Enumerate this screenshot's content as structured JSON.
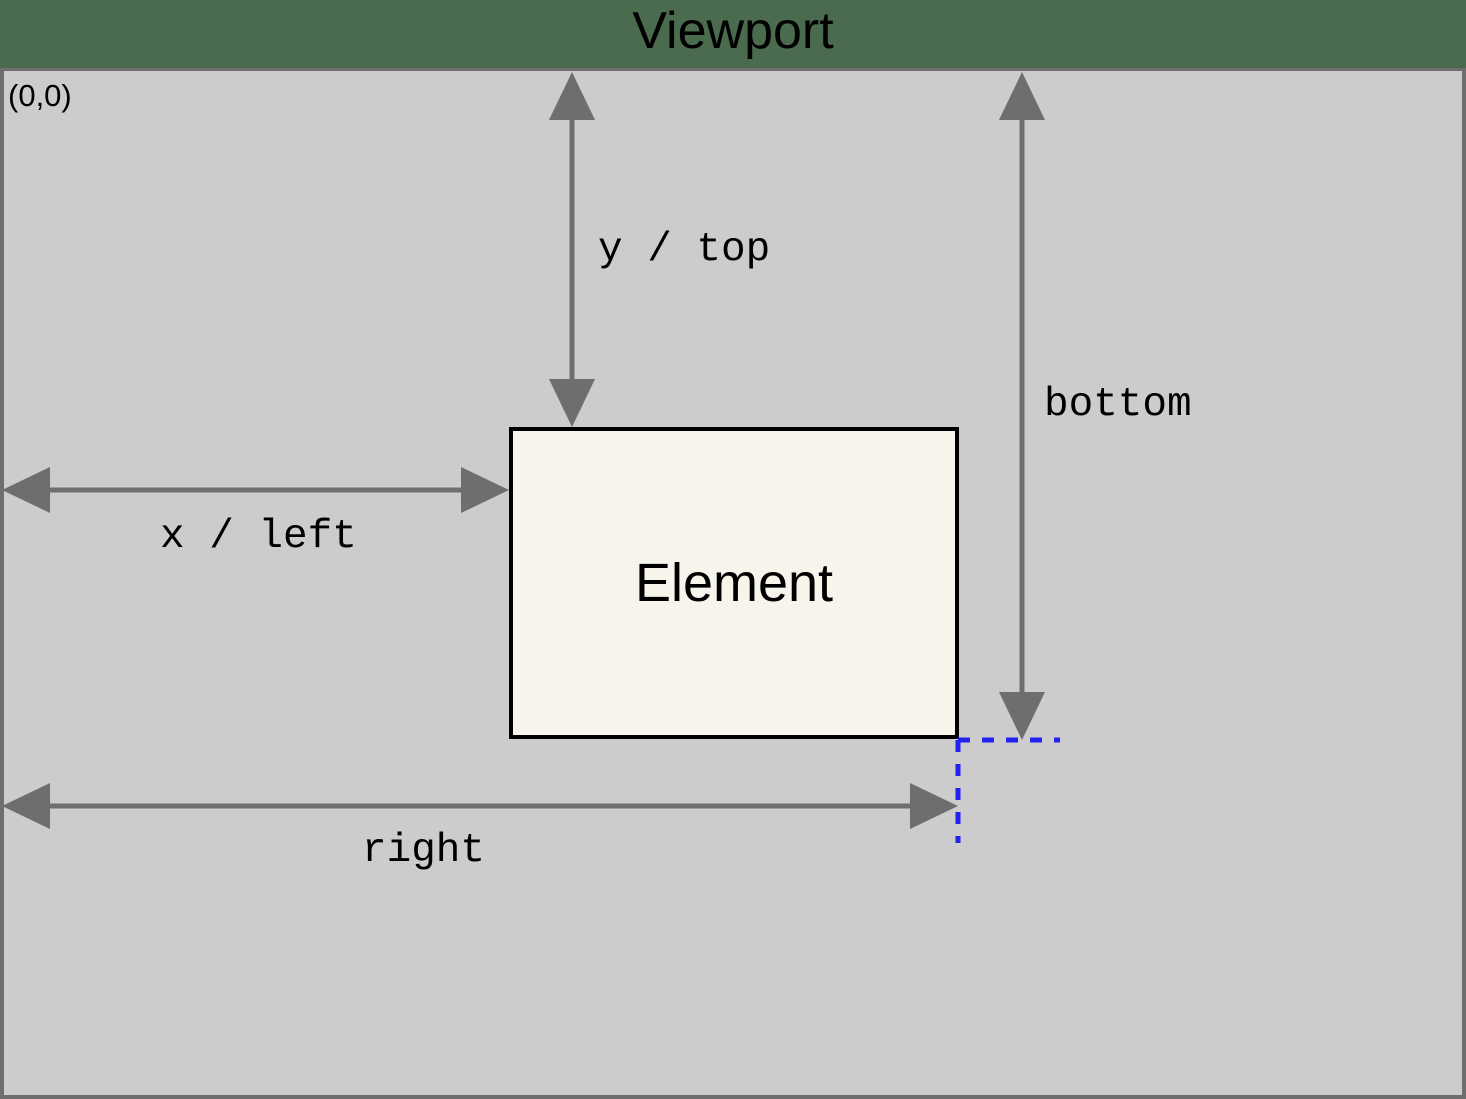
{
  "header": {
    "title": "Viewport",
    "background_color": "#4a6b4e",
    "text_color": "#000000"
  },
  "viewport": {
    "name": "Viewport",
    "origin_label": "(0,0)",
    "fill_color": "#cccccc",
    "border_color": "#6e6e6e"
  },
  "element": {
    "label": "Element",
    "fill_color": "#f7f4ec",
    "border_color": "#000000"
  },
  "measurements": [
    {
      "id": "y-top",
      "label": "y / top",
      "orientation": "vertical",
      "from": "viewport-top",
      "to": "element-top"
    },
    {
      "id": "bottom",
      "label": "bottom",
      "orientation": "vertical",
      "from": "viewport-top",
      "to": "element-bottom"
    },
    {
      "id": "x-left",
      "label": "x / left",
      "orientation": "horizontal",
      "from": "viewport-left",
      "to": "element-left"
    },
    {
      "id": "right",
      "label": "right",
      "orientation": "horizontal",
      "from": "viewport-left",
      "to": "element-right"
    }
  ],
  "guides": {
    "color": "#2222ee",
    "style": "dashed",
    "description": "element bottom-right corner projection lines"
  },
  "arrow_color": "#6e6e6e"
}
